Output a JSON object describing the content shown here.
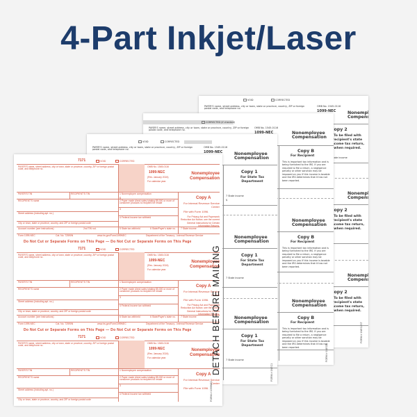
{
  "headline": "4-Part Inkjet/Laser",
  "form": {
    "void": "VOID",
    "corrected": "CORRECTED",
    "corrected_if_checked": "CORRECTED (if checked)",
    "omb": "OMB No. 1545-0116",
    "form_name": "1099-NEC",
    "form_prefix": "Form",
    "rev": "(Rev. January 2024)",
    "calendar_year": "For calendar year",
    "title": "Nonemployee Compensation",
    "payer_name_label": "PAYER'S name, street address, city or town, state or province, country, ZIP or foreign postal code, and telephone no.",
    "payer_tin": "PAYER'S TIN",
    "recipient_tin": "RECIPIENT'S TIN",
    "recipient_name": "RECIPIENT'S name",
    "street_address": "Street address (including apt. no.)",
    "city_town": "City or town, state or province, country, and ZIP or foreign postal code",
    "account_number": "Account number (see instructions)",
    "box1": "1 Nonemployee compensation",
    "box2": "2 Payer made direct sales totaling $5,000 or more of consumer products to recipient for resale",
    "box3": "3",
    "box4": "4 Federal income tax withheld",
    "box5": "5 State tax withheld",
    "box6": "6 State/Payer's state no.",
    "box7": "7 State income",
    "dollar": "$",
    "red_form_code": "7171",
    "do_not_cut": "Do Not Cut or Separate Forms on This Page — Do Not Cut or Separate Forms on This Page",
    "cat_no": "Cat. No. 72590N",
    "irs_url": "www.irs.gov/Form1099NEC",
    "dept_treasury": "Department of the Treasury - Internal Revenue Service",
    "second_tin_notice": "2nd TIN not.",
    "copy_a": "Copy A",
    "copy_a_desc": "For Internal Revenue Service Center",
    "file_with": "File with Form 1096.",
    "privacy_notice": "For Privacy Act and Paperwork Reduction Act Notice, see the current General Instructions for Certain Information Returns.",
    "copy_1": "Copy 1",
    "copy_1_desc": "For State Tax Department",
    "copy_b": "Copy B",
    "copy_b_desc": "For Recipient",
    "copy_b_notice": "This is important tax information and is being furnished to the IRS. If you are required to file a return, a negligence penalty or other sanction may be imposed on you if this income is taxable and the IRS determines that it has not been reported.",
    "copy_2": "Copy 2",
    "copy_2_desc": "To be filed with recipient's state income tax return, when required.",
    "state_income": "7 State income",
    "form_bottom_a": "FORM # 1099NEC",
    "form_bottom_1": "FORM # 1NEC1",
    "form_bottom_b": "FORM # 1NECB",
    "form_bottom_2": "FORM # 1NEC2ST"
  },
  "detach": "DETACH BEFORE MAILING",
  "colors": {
    "headline": "#1d3c6b",
    "copy_a_red": "#d2452f",
    "copy_a_fill": "#f7d3c8",
    "background": "#f3f3f3"
  }
}
